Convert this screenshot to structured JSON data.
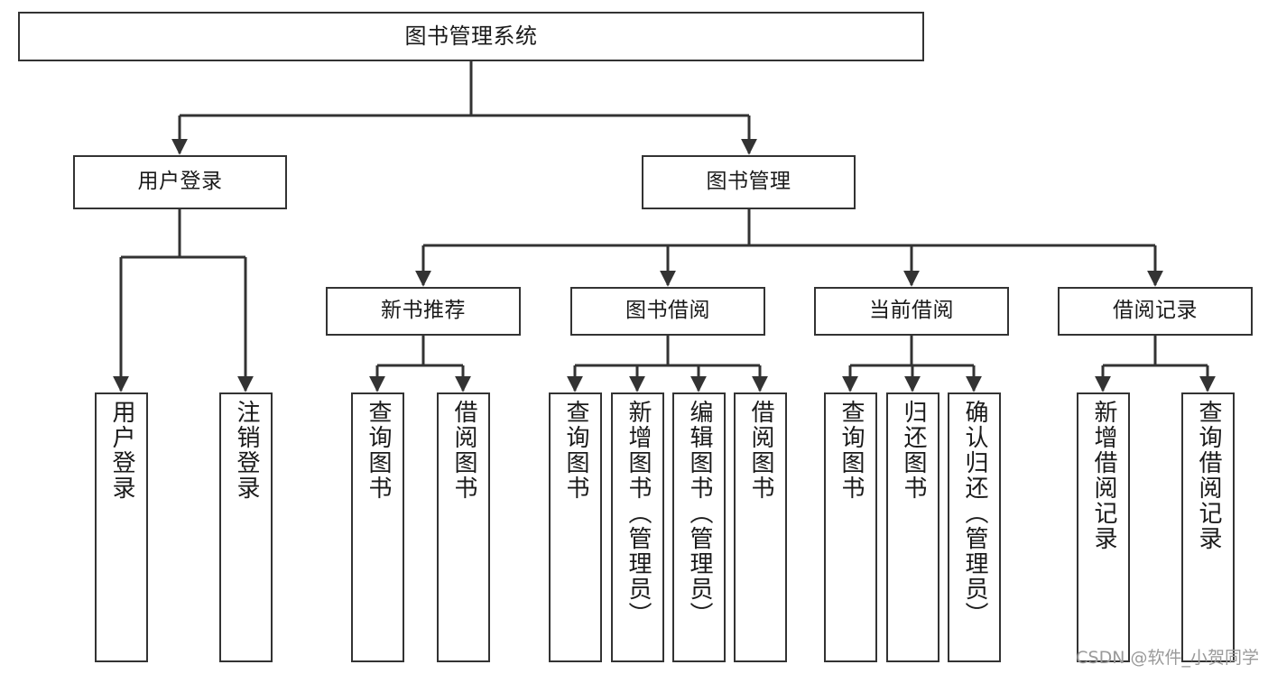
{
  "diagram": {
    "title": "图书管理系统",
    "type": "hierarchy-tree",
    "orientation": "top-down",
    "line_color": "#333333",
    "box_fill": "#ffffff",
    "box_border": "#333333"
  },
  "nodes": {
    "root": {
      "label": "图书管理系统",
      "level": 1
    },
    "level2": [
      {
        "label": "用户登录",
        "level": 2
      },
      {
        "label": "图书管理",
        "level": 2
      }
    ],
    "level3": [
      {
        "label": "新书推荐",
        "level": 3
      },
      {
        "label": "图书借阅",
        "level": 3
      },
      {
        "label": "当前借阅",
        "level": 3
      },
      {
        "label": "借阅记录",
        "level": 3
      }
    ],
    "leaves": {
      "user_login": [
        {
          "label": "用户登录"
        },
        {
          "label": "注销登录"
        }
      ],
      "new_book_recommend": [
        {
          "label": "查询图书"
        },
        {
          "label": "借阅图书"
        }
      ],
      "book_borrow": [
        {
          "label": "查询图书"
        },
        {
          "label": "新增图书（管理员）"
        },
        {
          "label": "编辑图书（管理员）"
        },
        {
          "label": "借阅图书"
        }
      ],
      "current_borrow": [
        {
          "label": "查询图书"
        },
        {
          "label": "归还图书"
        },
        {
          "label": "确认归还（管理员）"
        }
      ],
      "borrow_record": [
        {
          "label": "新增借阅记录"
        },
        {
          "label": "查询借阅记录"
        }
      ]
    }
  },
  "watermark": {
    "text": "CSDN @软件_小贺同学"
  }
}
